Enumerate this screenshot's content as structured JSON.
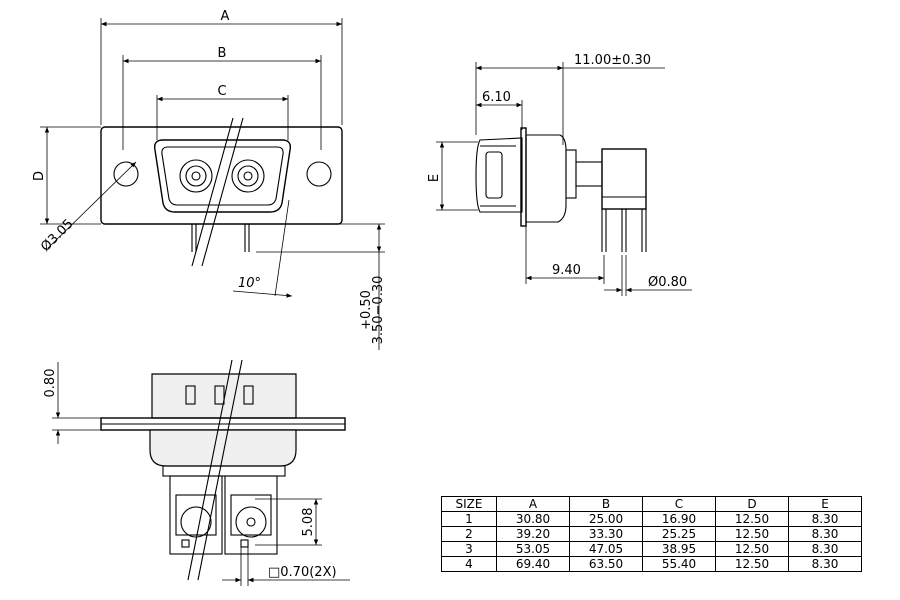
{
  "drawing": {
    "front_view": {
      "dim_A": "A",
      "dim_B": "B",
      "dim_C": "C",
      "dim_D": "D",
      "hole_dia": "Ø3.05",
      "angle": "10°",
      "pin_length_upper": "+0.50",
      "pin_length_lower": "3.50−0.30"
    },
    "side_view": {
      "total_depth": "11.00±0.30",
      "shell_depth": "6.10",
      "dim_E": "E",
      "pin_offset": "9.40",
      "pin_dia": "Ø0.80"
    },
    "bottom_view": {
      "flange_thickness": "0.80",
      "pin_pitch": "5.08",
      "pin_square": "□0.70(2X)"
    }
  },
  "size_table": {
    "headers": [
      "SIZE",
      "A",
      "B",
      "C",
      "D",
      "E"
    ],
    "rows": [
      [
        "1",
        "30.80",
        "25.00",
        "16.90",
        "12.50",
        "8.30"
      ],
      [
        "2",
        "39.20",
        "33.30",
        "25.25",
        "12.50",
        "8.30"
      ],
      [
        "3",
        "53.05",
        "47.05",
        "38.95",
        "12.50",
        "8.30"
      ],
      [
        "4",
        "69.40",
        "63.50",
        "55.40",
        "12.50",
        "8.30"
      ]
    ]
  }
}
